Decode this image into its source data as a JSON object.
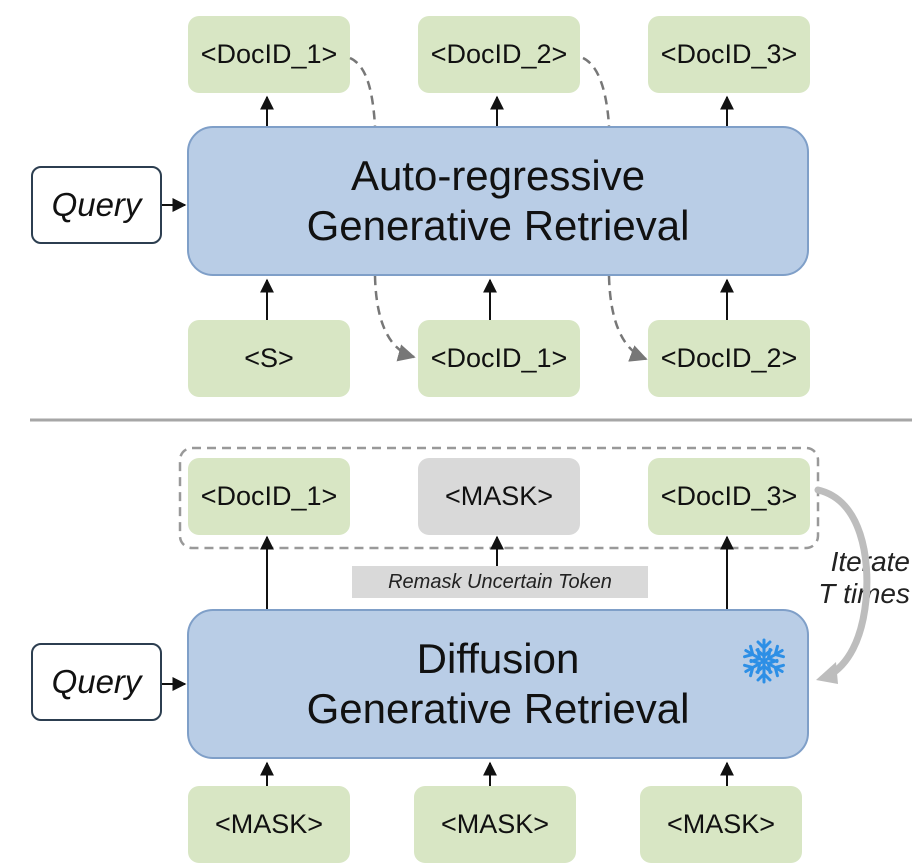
{
  "top": {
    "outputs": [
      "<DocID_1>",
      "<DocID_2>",
      "<DocID_3>"
    ],
    "inputs": [
      "<S>",
      "<DocID_1>",
      "<DocID_2>"
    ],
    "model_line1": "Auto-regressive",
    "model_line2": "Generative Retrieval",
    "query": "Query"
  },
  "bottom": {
    "outputs": [
      "<DocID_1>",
      "<MASK>",
      "<DocID_3>"
    ],
    "inputs": [
      "<MASK>",
      "<MASK>",
      "<MASK>"
    ],
    "model_line1": "Diffusion",
    "model_line2": "Generative Retrieval",
    "query": "Query",
    "remask_label": "Remask Uncertain Token",
    "iterate_line1": "Iterate",
    "iterate_line2": "T times",
    "frozen_icon": "snowflake-icon"
  },
  "colors": {
    "token_fill": "#d8e6c4",
    "mask_fill": "#d9d9d9",
    "model_fill": "#b9cde6",
    "snowflake": "#2d8fe6"
  }
}
